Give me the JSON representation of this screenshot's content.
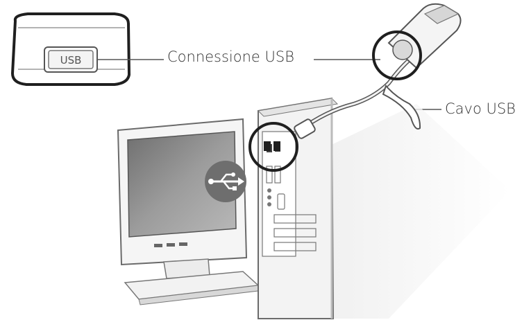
{
  "labels": {
    "usb_connection": "Connessione USB",
    "usb_cable": "Cavo USB",
    "port_marking": "USB"
  },
  "icons": {
    "usb_badge": "usb-symbol-icon"
  },
  "colors": {
    "line": "#555555",
    "line_light": "#9a9a9a",
    "screen": "#8a8a8a",
    "badge": "#6e6e6e",
    "text": "#333333"
  }
}
